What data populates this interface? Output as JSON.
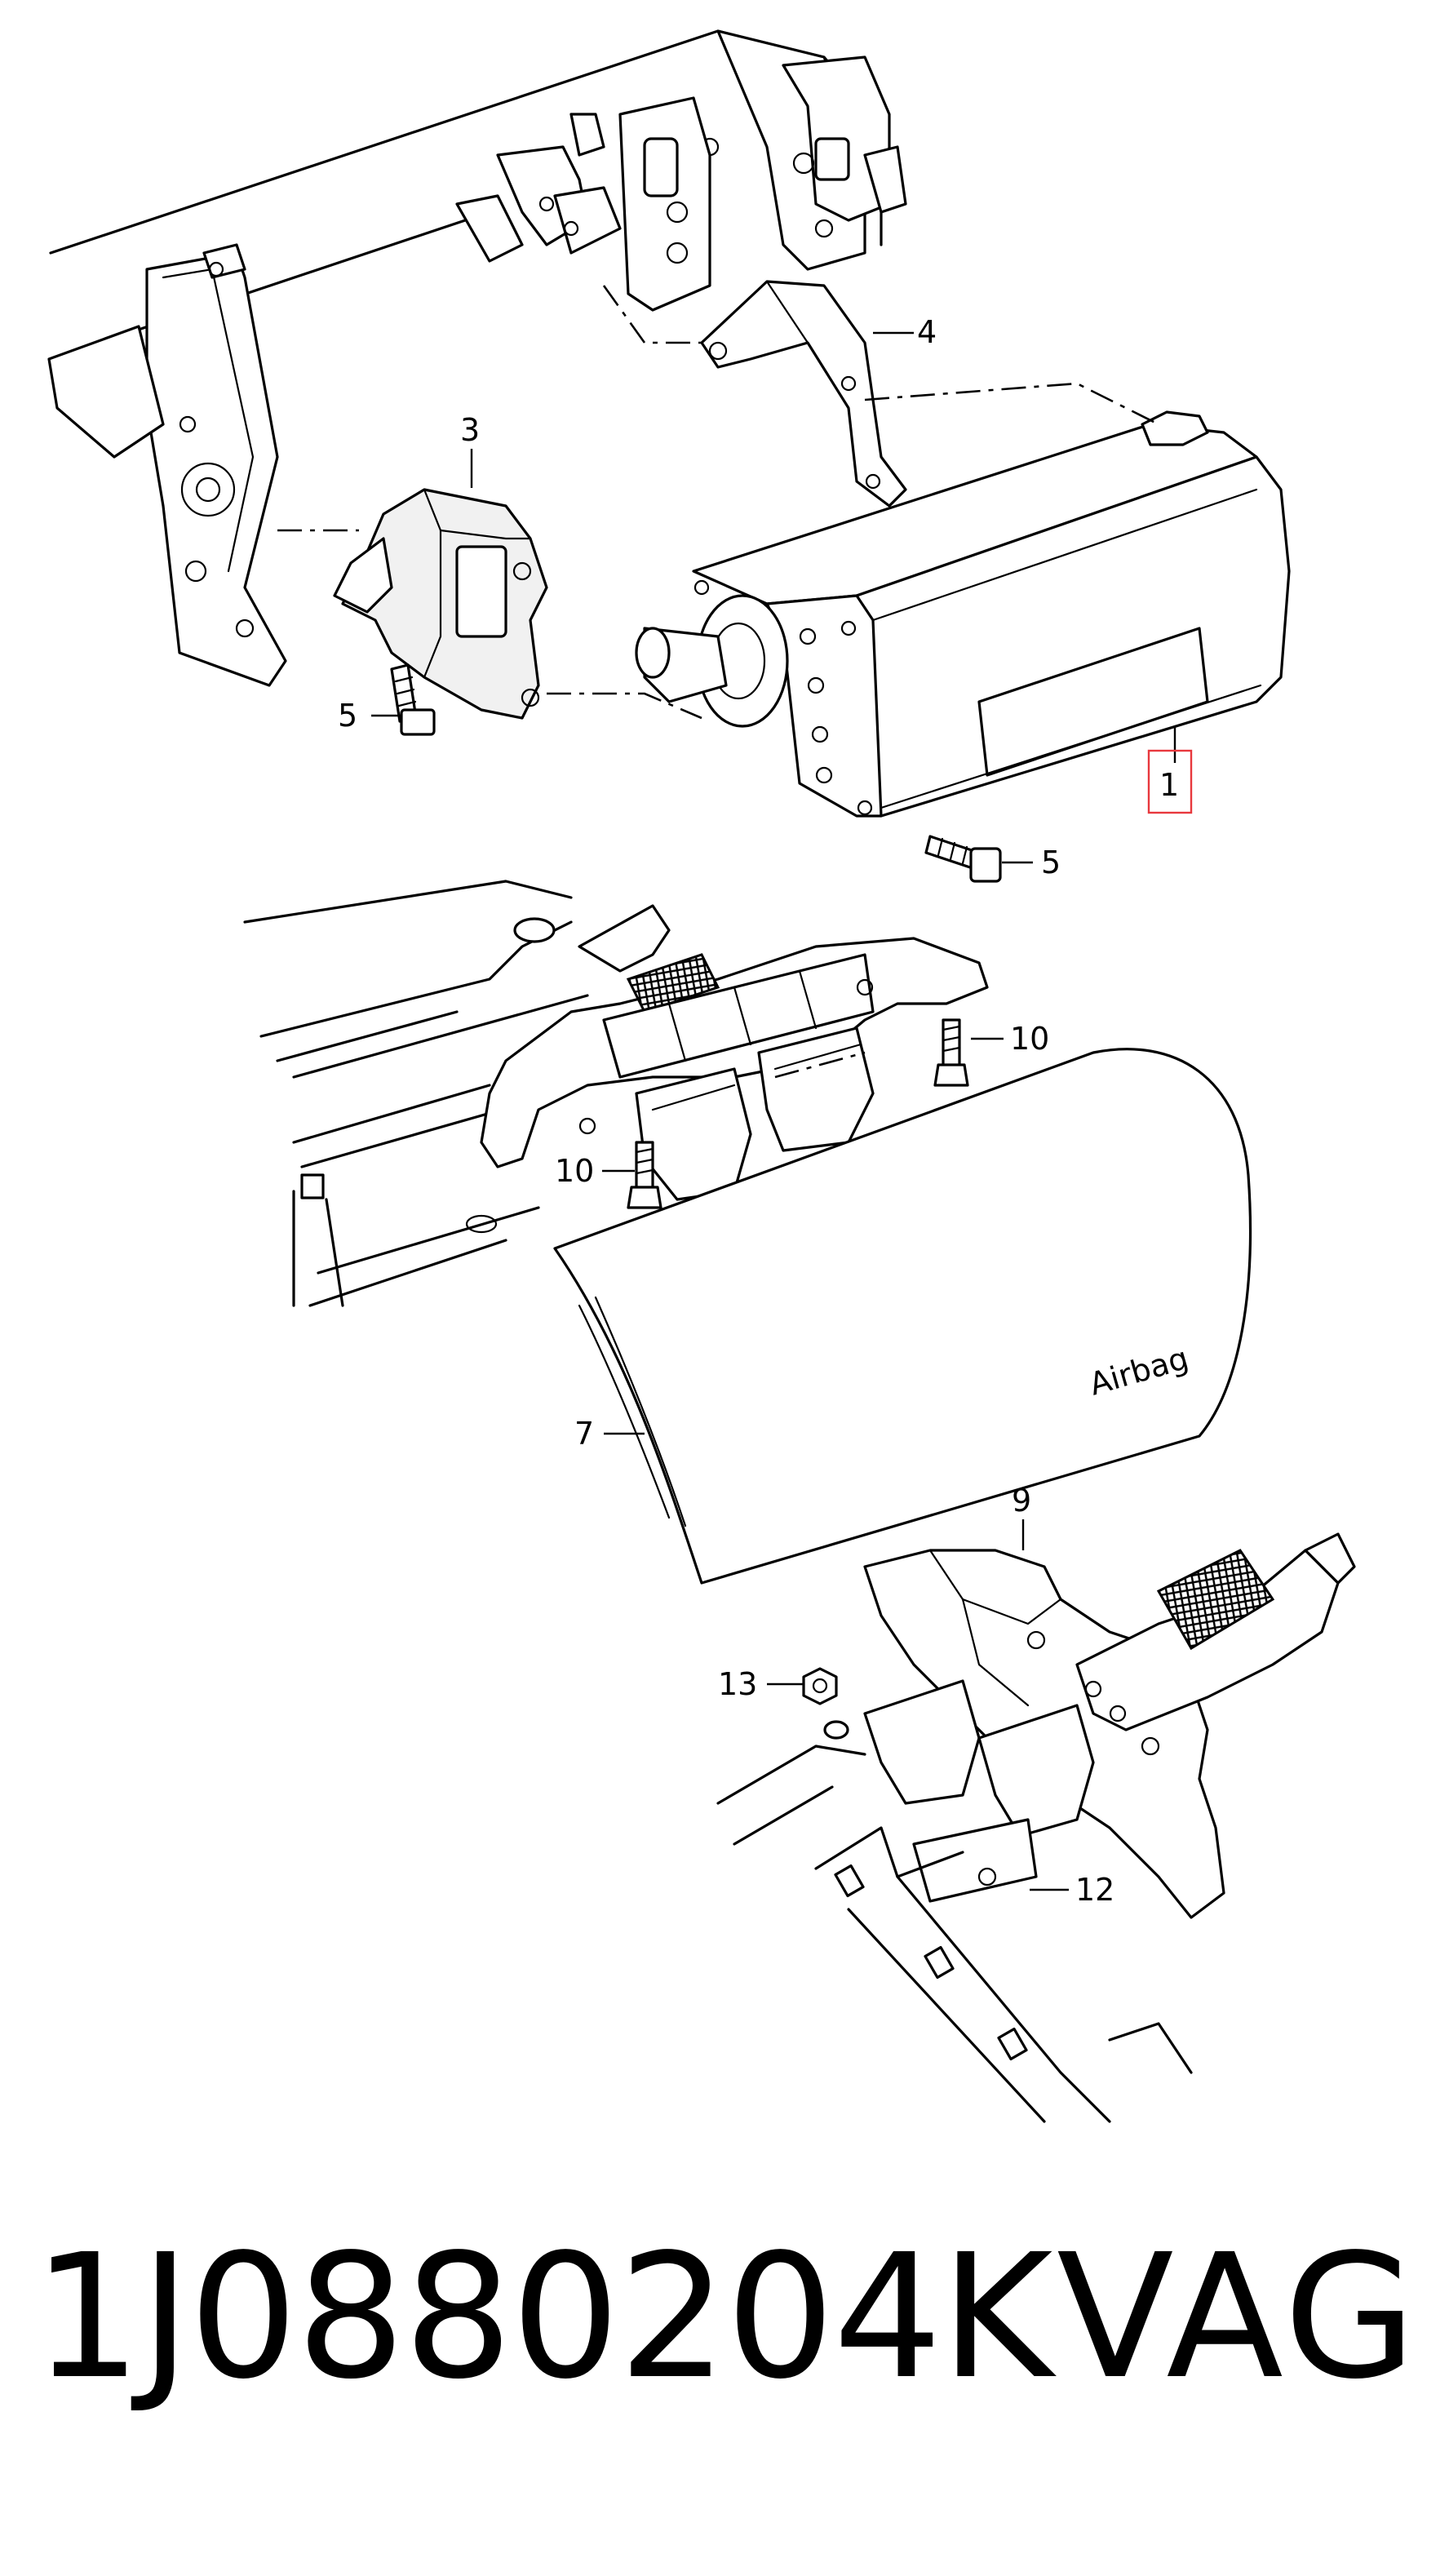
{
  "callouts": {
    "c1": "1",
    "c3": "3",
    "c4": "4",
    "c5a": "5",
    "c5b": "5",
    "c7": "7",
    "c9": "9",
    "c10a": "10",
    "c10b": "10",
    "c12": "12",
    "c13": "13"
  },
  "airbag_label": "Airbag",
  "footer": {
    "part_number": "1J0880204K",
    "brand": "VAG"
  },
  "colors": {
    "line": "#000000",
    "background": "#ffffff",
    "highlight": "#e8383d"
  }
}
